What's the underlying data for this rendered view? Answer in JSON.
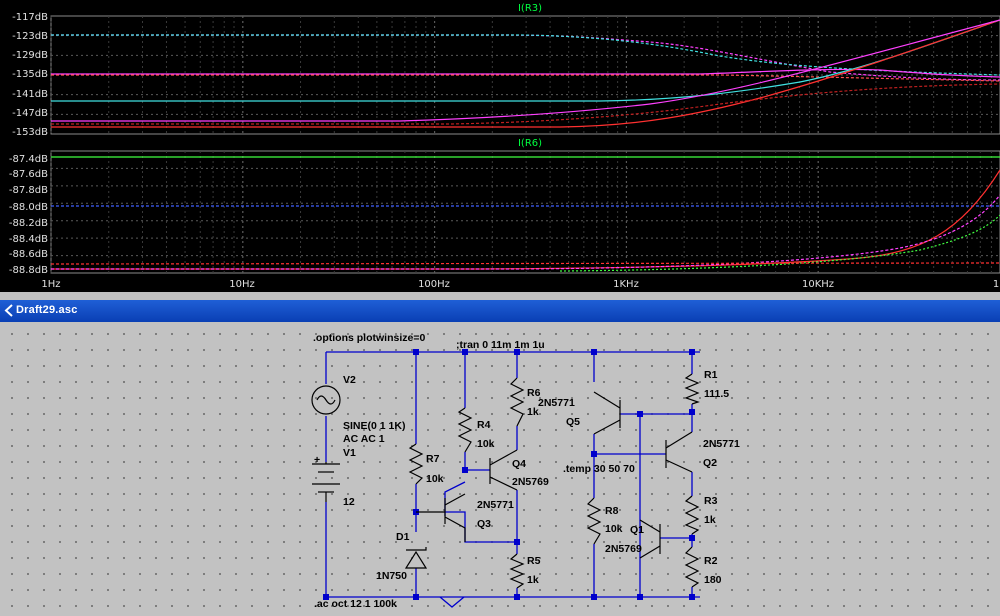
{
  "window": {
    "title": "Draft29.asc",
    "colors": {
      "titlebar": "#0a3fb4",
      "wire": "#0000cc",
      "plot_bg": "#000000",
      "trace_label": "#00ff40"
    }
  },
  "plot": {
    "x_ticks": [
      "1Hz",
      "10Hz",
      "100Hz",
      "1KHz",
      "10KHz",
      "1"
    ],
    "panes": [
      {
        "trace_label": "I(R3)",
        "y_ticks": [
          "-117dB",
          "-123dB",
          "-129dB",
          "-135dB",
          "-141dB",
          "-147dB",
          "-153dB"
        ]
      },
      {
        "trace_label": "I(R6)",
        "y_ticks": [
          "-87.4dB",
          "-87.6dB",
          "-87.8dB",
          "-88.0dB",
          "-88.2dB",
          "-88.4dB",
          "-88.6dB",
          "-88.8dB"
        ]
      }
    ]
  },
  "schematic": {
    "directives": {
      "options": ".options plotwinsize=0",
      "tran": ";tran 0 11m 1m 1u",
      "temp": ".temp 30 50 70",
      "ac": ".ac oct 12 1 100k"
    },
    "components": {
      "v2_name": "V2",
      "v2_value": "SINE(0 1 1K)",
      "v2_ac": "AC AC 1",
      "v1_name": "V1",
      "v1_value": "12",
      "r7_name": "R7",
      "r7_value": "10k",
      "d1_name": "D1",
      "d1_value": "1N750",
      "r4_name": "R4",
      "r4_value": "10k",
      "r6_name": "R6",
      "r6_value": "1k",
      "q4_name": "Q4",
      "q4_model": "2N5769",
      "q3_model": "2N5771",
      "q3_name": "Q3",
      "r5_name": "R5",
      "r5_value": "1k",
      "q5_model": "2N5771",
      "q5_name": "Q5",
      "r8_name": "R8",
      "r8_value": "10k",
      "q1_name": "Q1",
      "q1_model": "2N5769",
      "r1_name": "R1",
      "r1_value": "111.5",
      "q2_model": "2N5771",
      "q2_name": "Q2",
      "r3_name": "R3",
      "r3_value": "1k",
      "r2_name": "R2",
      "r2_value": "180"
    }
  }
}
